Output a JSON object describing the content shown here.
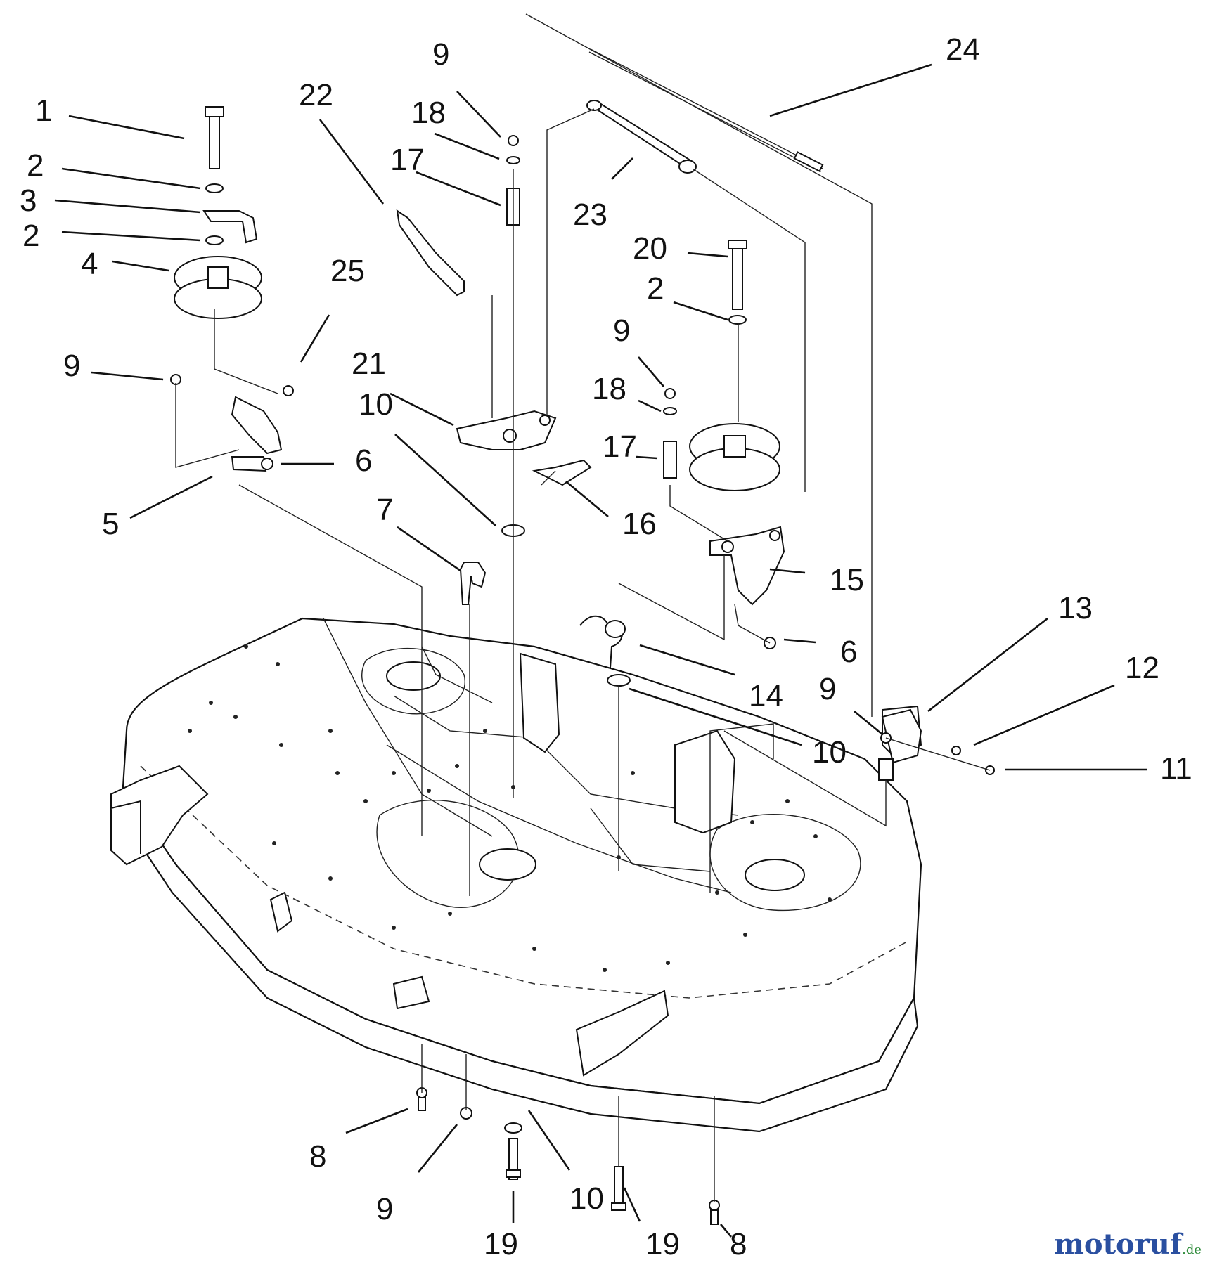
{
  "callouts": [
    "1",
    "2",
    "3",
    "2",
    "4",
    "25",
    "9",
    "6",
    "5",
    "22",
    "9",
    "18",
    "17",
    "21",
    "10",
    "7",
    "16",
    "24",
    "23",
    "20",
    "2",
    "9",
    "18",
    "17",
    "15",
    "14",
    "6",
    "10",
    "9",
    "13",
    "12",
    "11",
    "8",
    "9",
    "10",
    "19",
    "19",
    "8"
  ],
  "watermark": {
    "brand": "motoruf",
    "tld": ".de"
  },
  "colors": {
    "line": "#111111",
    "background": "#ffffff",
    "brand_blue": "#2a4fa0",
    "brand_red": "#d8261c",
    "brand_green": "#2e8b3a"
  }
}
